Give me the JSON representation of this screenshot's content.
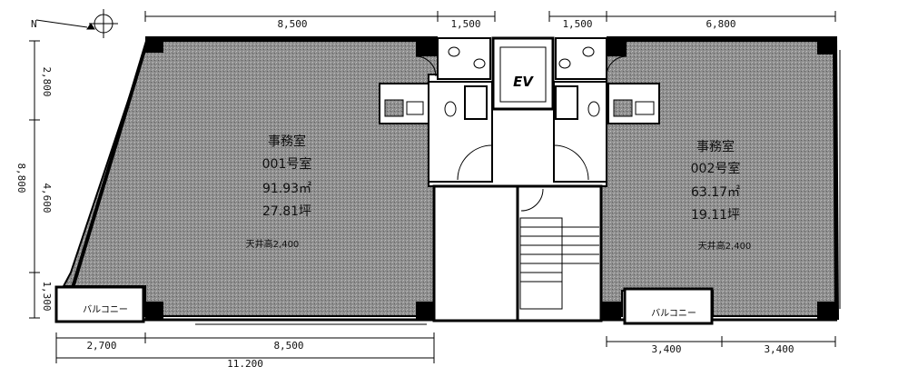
{
  "compass": {
    "label": "N"
  },
  "dimensions": {
    "top": [
      "8,500",
      "1,500",
      "1,500",
      "6,800"
    ],
    "left": [
      "2,800",
      "8,800",
      "4,600",
      "1,300"
    ],
    "bottom_left": [
      "2,700",
      "8,500",
      "11,200"
    ],
    "bottom_right": [
      "3,400",
      "3,400"
    ]
  },
  "rooms": {
    "room_001": {
      "use": "事務室",
      "number": "001号室",
      "area_m2": "91.93㎡",
      "area_tsubo": "27.81坪",
      "ceiling": "天井高2,400"
    },
    "room_002": {
      "use": "事務室",
      "number": "002号室",
      "area_m2": "63.17㎡",
      "area_tsubo": "19.11坪",
      "ceiling": "天井高2,400"
    }
  },
  "core": {
    "elevator": "EV"
  },
  "balconies": {
    "left": "バルコニー",
    "right": "バルコニー"
  }
}
